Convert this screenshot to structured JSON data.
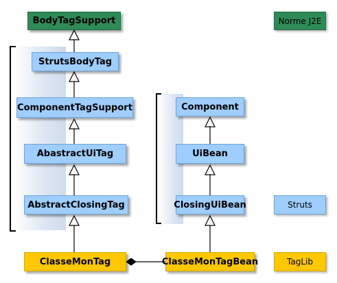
{
  "classes": {
    "body_tag_support": "BodyTagSupport",
    "struts_body_tag": "StrutsBodyTag",
    "component_tag_support": "ComponentTagSupport",
    "abstract_ui_tag": "AbastractUiTag",
    "abstract_closing_tag": "AbstractClosingTag",
    "component": "Component",
    "ui_bean": "UiBean",
    "closing_ui_bean": "ClosingUiBean",
    "classe_mon_tag": "ClasseMonTag",
    "classe_mon_tag_bean": "ClasseMonTagBean"
  },
  "legend": {
    "standard": "Norme J2E",
    "struts": "Struts",
    "taglib": "TagLib"
  },
  "colors": {
    "standard": "#2e8b57",
    "struts": "#9fcdfc",
    "taglib": "#ffc800",
    "line": "#000000"
  },
  "relations": [
    {
      "type": "inheritance",
      "from": "StrutsBodyTag",
      "to": "BodyTagSupport"
    },
    {
      "type": "inheritance",
      "from": "ComponentTagSupport",
      "to": "StrutsBodyTag"
    },
    {
      "type": "inheritance",
      "from": "AbastractUiTag",
      "to": "ComponentTagSupport"
    },
    {
      "type": "inheritance",
      "from": "AbstractClosingTag",
      "to": "AbastractUiTag"
    },
    {
      "type": "inheritance",
      "from": "ClasseMonTag",
      "to": "AbstractClosingTag"
    },
    {
      "type": "inheritance",
      "from": "UiBean",
      "to": "Component"
    },
    {
      "type": "inheritance",
      "from": "ClosingUiBean",
      "to": "UiBean"
    },
    {
      "type": "inheritance",
      "from": "ClasseMonTagBean",
      "to": "ClosingUiBean"
    },
    {
      "type": "composition",
      "from": "ClasseMonTag",
      "to": "ClasseMonTagBean"
    }
  ]
}
